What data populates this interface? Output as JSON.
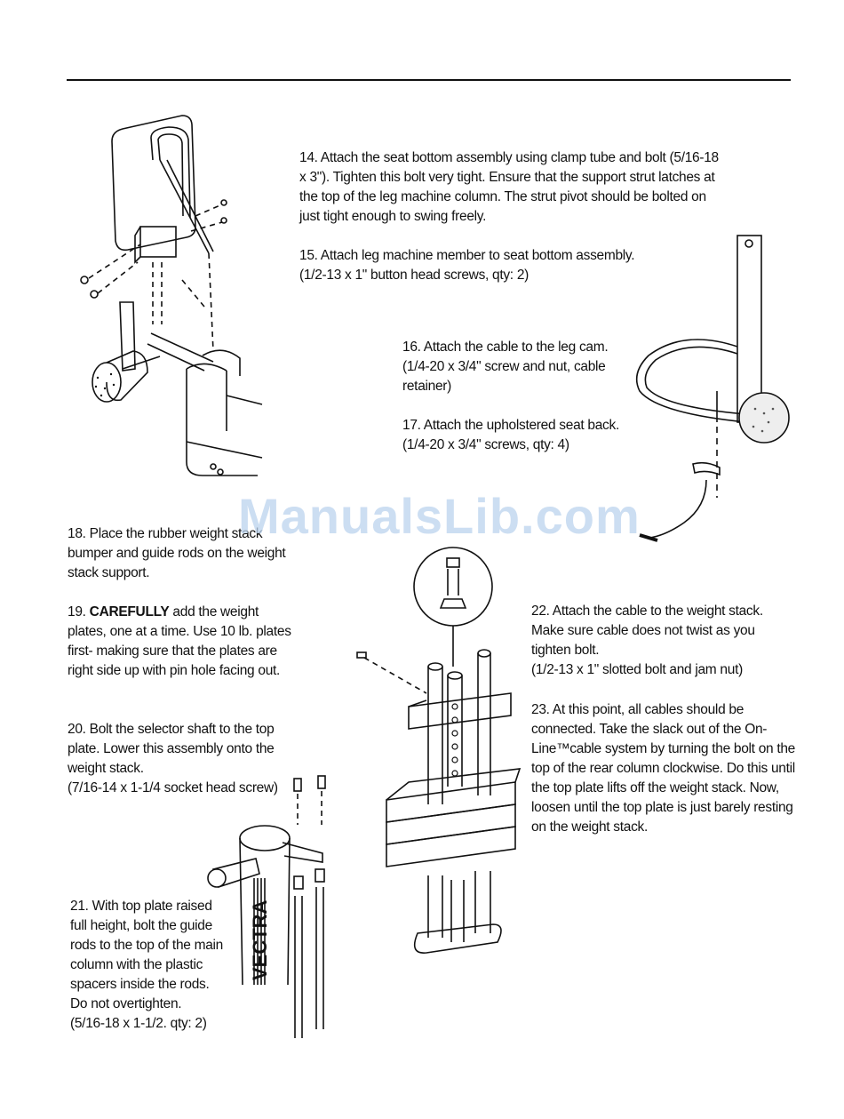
{
  "watermark": "ManualsLib.com",
  "steps": {
    "s14": "14. Attach the seat bottom assembly using clamp tube and bolt (5/16-18 x 3\"). Tighten this bolt very tight. Ensure that the support strut latches at the top of the leg machine column. The strut pivot should be bolted on just tight enough to swing freely.",
    "s15_line1": "15. Attach leg machine member to seat bottom assembly.",
    "s15_line2": "(1/2-13 x 1\" button head screws, qty: 2)",
    "s16": "16. Attach the cable to the leg cam. (1/4-20 x 3/4\" screw and nut, cable retainer)",
    "s17_line1": "17. Attach the upholstered seat back.",
    "s17_line2": "(1/4-20 x 3/4\" screws, qty: 4)",
    "s18": "18. Place the rubber weight stack bumper and guide rods on the weight stack support.",
    "s19_num": "19.",
    "s19_emph": "CAREFULLY",
    "s19_rest": "add the weight plates, one at a time. Use 10 lb. plates first- making sure that the plates are right side up with pin hole facing out.",
    "s20_line1": "20. Bolt the selector shaft to the top plate. Lower this assembly onto the weight stack.",
    "s20_line2": "(7/16-14 x 1-1/4 socket head screw)",
    "s21_line1": "21. With top plate raised full height, bolt the guide rods to the top of the main column with the plastic spacers inside the rods. Do not overtighten.",
    "s21_line2": "(5/16-18 x 1-1/2. qty: 2)",
    "s22_line1": "22. Attach the cable to the weight stack. Make sure cable does not twist as you tighten bolt.",
    "s22_line2": "(1/2-13 x 1\" slotted bolt and jam nut)",
    "s23": "23. At this point, all cables should be connected. Take the slack out of the On-Line™cable system by turning the bolt on the top of the rear column clockwise. Do this until the top plate lifts off the weight stack. Now, loosen until the top plate is just barely resting on the weight stack.",
    "column_brand": "VECTRA"
  }
}
